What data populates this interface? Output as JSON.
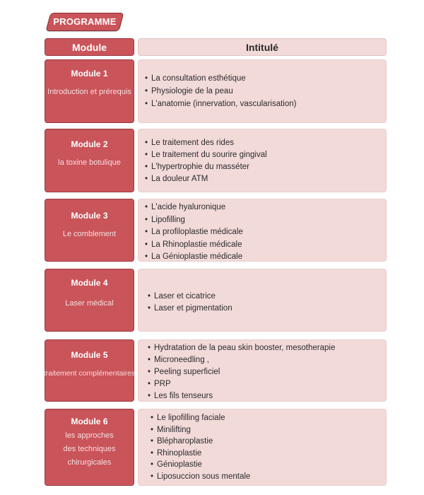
{
  "tag": "PROGRAMME",
  "header": {
    "module": "Module",
    "intitule": "Intitulé"
  },
  "modules": [
    {
      "title": "Module 1",
      "subtitle": [
        "Introduction et prérequis"
      ],
      "items": [
        "La consultation esthétique",
        "Physiologie de la peau",
        "L'anatomie (innervation, vascularisation)"
      ]
    },
    {
      "title": "Module 2",
      "subtitle": [
        "la toxine botulique"
      ],
      "items": [
        "Le traitement des rides",
        "Le traitement du sourire gingival",
        "L'hypertrophie du masséter",
        "La douleur ATM"
      ]
    },
    {
      "title": "Module 3",
      "subtitle": [
        "Le comblement"
      ],
      "items": [
        "L'acide hyaluronique",
        "Lipofilling",
        "La profiloplastie médicale",
        "La Rhinoplastie médicale",
        "La Génioplastie médicale"
      ]
    },
    {
      "title": "Module 4",
      "subtitle": [
        "Laser médical"
      ],
      "items": [
        "Laser et cicatrice",
        "Laser et pigmentation"
      ]
    },
    {
      "title": "Module 5",
      "subtitle": [
        "traitement complémentaires"
      ],
      "items": [
        "Hydratation de la peau skin booster, mesotherapie",
        "Microneedling ,",
        "Peeling superficiel",
        "PRP",
        "Les fils tenseurs"
      ]
    },
    {
      "title": "Module 6",
      "subtitle": [
        "les approches",
        "des techniques",
        "chirurgicales"
      ],
      "items": [
        "Le lipofilling faciale",
        "Minilifting",
        "Blépharoplastie",
        "Rhinoplastie",
        "Génioplastie",
        "Liposuccion sous mentale"
      ]
    }
  ]
}
